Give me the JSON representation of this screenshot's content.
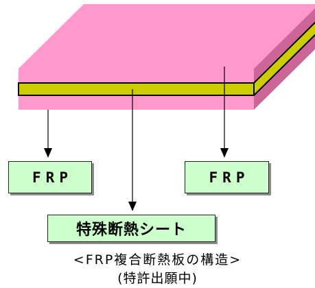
{
  "diagram": {
    "colors": {
      "frp_skin_top": "#ff99cc",
      "frp_skin_side": "#cc6699",
      "insulation_core": "#cccc00",
      "label_background": "#ccffcc",
      "outline": "#000000"
    },
    "labels": {
      "frp_left": "FRP",
      "frp_right": "FRP",
      "insulation_sheet": "特殊断熱シート"
    },
    "caption": {
      "title": "<FRP複合断熱板の構造>",
      "subtitle": "(特許出願中)"
    }
  }
}
